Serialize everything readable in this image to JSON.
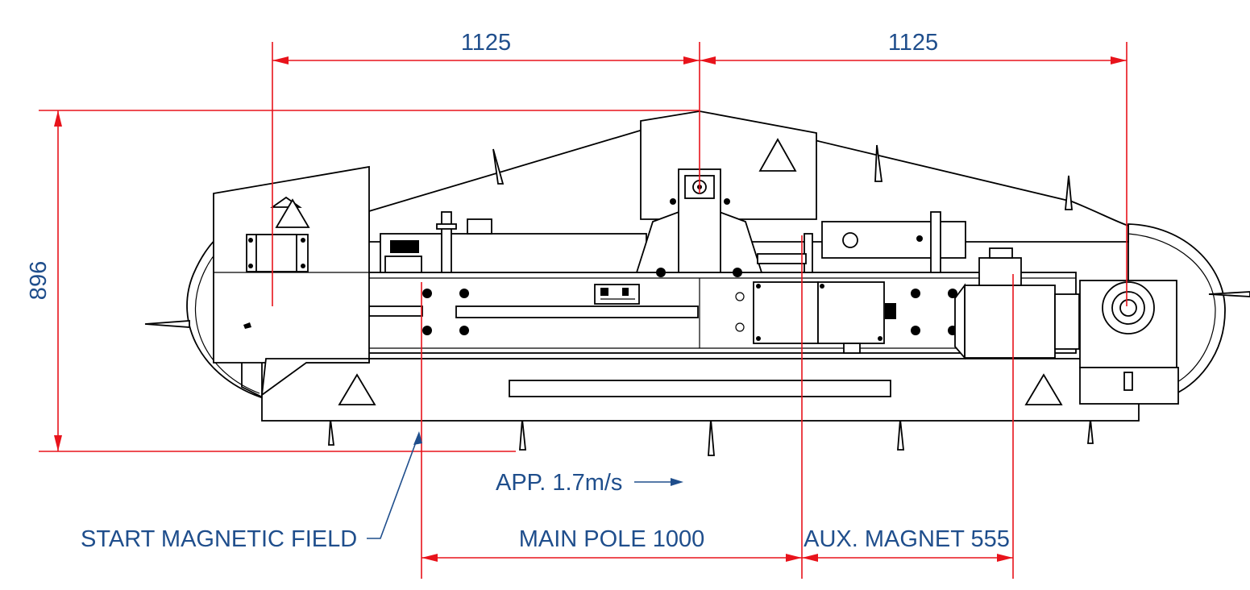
{
  "dimensions": {
    "top_left": "1125",
    "top_right": "1125",
    "height": "896"
  },
  "annotations": {
    "speed": "APP. 1.7m/s",
    "start_field": "START MAGNETIC FIELD",
    "main_pole": "MAIN POLE 1000",
    "aux_magnet": "AUX. MAGNET 555"
  },
  "colors": {
    "dimension_lines": "#e8131b",
    "annotation_text": "#1f4e8c",
    "drawing_lines": "#000000"
  }
}
